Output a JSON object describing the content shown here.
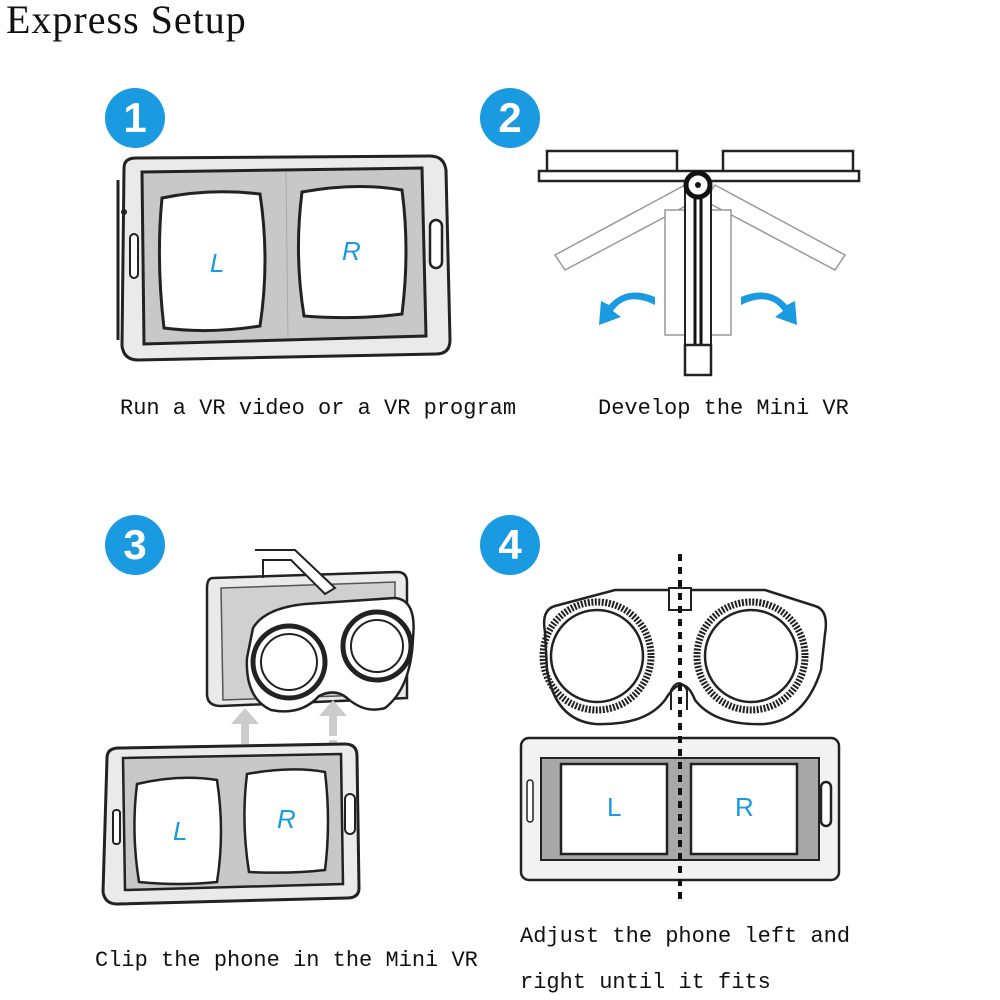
{
  "title": "Express Setup",
  "accent_color": "#1a9ae0",
  "steps": [
    {
      "number": "1",
      "caption": "Run a VR video or a VR program",
      "left_label": "L",
      "right_label": "R"
    },
    {
      "number": "2",
      "caption": "Develop the Mini VR"
    },
    {
      "number": "3",
      "caption": "Clip the phone in the Mini VR",
      "left_label": "L",
      "right_label": "R"
    },
    {
      "number": "4",
      "caption_line1": "Adjust the phone left and",
      "caption_line2": "right until it fits",
      "left_label": "L",
      "right_label": "R"
    }
  ]
}
